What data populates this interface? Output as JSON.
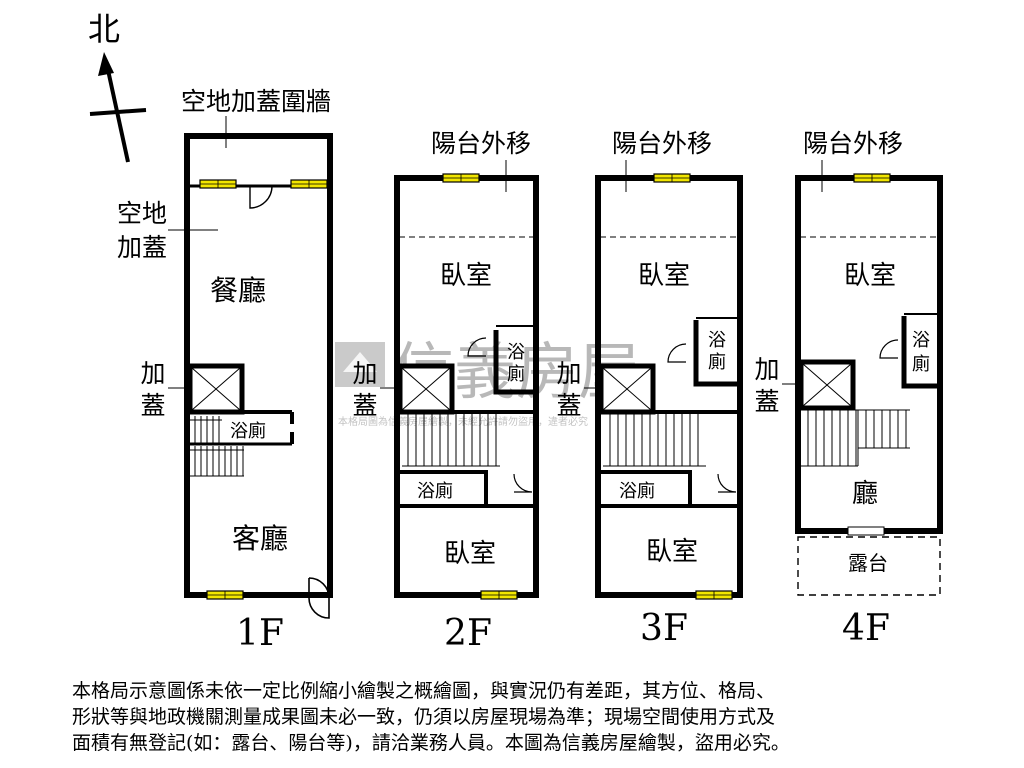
{
  "compass": {
    "north_label": "北"
  },
  "floors": [
    {
      "id": "1F",
      "label": "1F",
      "rooms": [
        "空地加蓋圍牆",
        "空地",
        "加蓋",
        "餐廳",
        "加",
        "蓋",
        "浴廁",
        "客廳"
      ]
    },
    {
      "id": "2F",
      "label": "2F",
      "rooms": [
        "陽台外移",
        "臥室",
        "浴",
        "廁",
        "加",
        "蓋",
        "浴廁",
        "臥室"
      ]
    },
    {
      "id": "3F",
      "label": "3F",
      "rooms": [
        "陽台外移",
        "臥室",
        "浴",
        "廁",
        "加",
        "蓋",
        "浴廁",
        "臥室"
      ]
    },
    {
      "id": "4F",
      "label": "4F",
      "rooms": [
        "陽台外移",
        "臥室",
        "浴",
        "廁",
        "加",
        "蓋",
        "廳",
        "露台"
      ]
    }
  ],
  "watermark": {
    "brand": "信義房屋",
    "note": "本格局圖為信義房屋繪製，未經允許請勿盜用，違者必究"
  },
  "disclaimer": [
    "本格局示意圖係未依一定比例縮小繪製之概繪圖，與實況仍有差距，其方位、格局、",
    "形狀等與地政機關測量成果圖未必一致，仍須以房屋現場為準；現場空間使用方式及",
    "面積有無登記(如：露台、陽台等)，請洽業務人員。本圖為信義房屋繪製，盜用必究。"
  ],
  "colors": {
    "wall": "#000000",
    "window": "#f2e600",
    "watermark": "#808080"
  }
}
